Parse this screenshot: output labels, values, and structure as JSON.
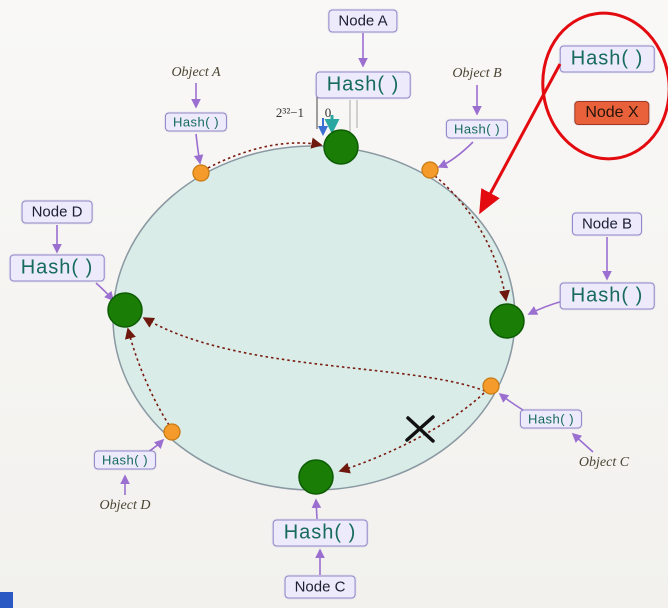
{
  "labels": {
    "node_a": "Node A",
    "node_b": "Node B",
    "node_c": "Node C",
    "node_d": "Node D",
    "node_x": "Node X",
    "hash": "Hash( )",
    "object_a": "Object A",
    "object_b": "Object B",
    "object_c": "Object C",
    "object_d": "Object D",
    "range_max": "2³²−1",
    "range_min": "0"
  },
  "colors": {
    "ring_fill": "#d9ece7",
    "ring_border": "#8a98a2",
    "node_dot": "#1a7d05",
    "object_dot": "#f59b2b",
    "label_bg": "#eceafb",
    "label_border": "#8f86c8",
    "hash_text": "#166a5e",
    "connector_arrow": "#9b6fd0",
    "mapping_line": "#7a1a10",
    "annotation_red": "#e30b10",
    "node_x_bg": "#e8613b"
  }
}
